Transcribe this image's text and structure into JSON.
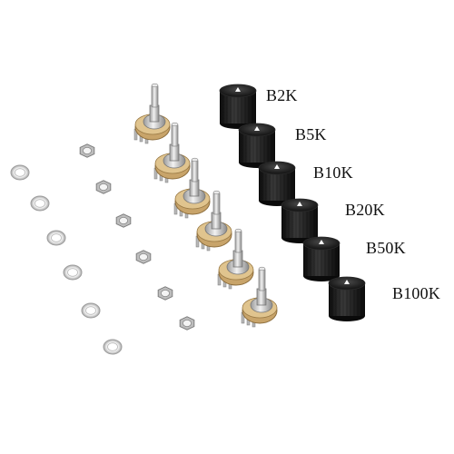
{
  "labels": [
    "B2K",
    "B5K",
    "B10K",
    "B20K",
    "B50K",
    "B100K"
  ],
  "colors": {
    "knob": "#1b1b1b",
    "pot_body": "#c8a46a",
    "shaft": "#cfcfcf",
    "washer": "#d9d9d9",
    "nut": "#bdbdbd"
  }
}
